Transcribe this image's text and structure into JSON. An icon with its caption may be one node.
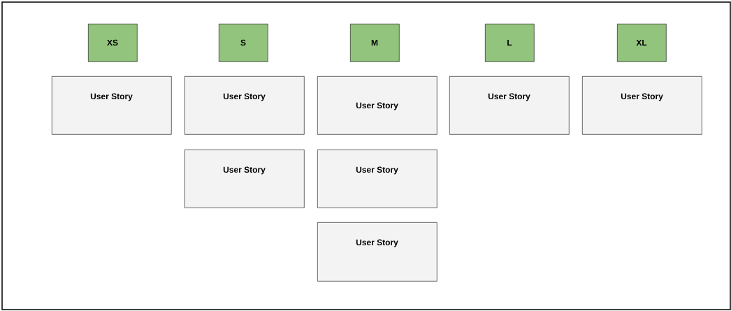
{
  "diagram": {
    "nodes": [
      {
        "text": [
          "XS"
        ]
      },
      {
        "text": [
          "S"
        ]
      },
      {
        "text": [
          "M"
        ]
      },
      {
        "text": [
          "L"
        ]
      },
      {
        "text": [
          "XL"
        ]
      },
      {
        "text": [
          "User Story"
        ]
      },
      {
        "text": [
          "User Story"
        ]
      },
      {
        "text": [
          "User Story"
        ]
      },
      {
        "text": [
          "User Story"
        ]
      },
      {
        "text": [
          "User Story"
        ]
      },
      {
        "text": [
          "User Story"
        ]
      },
      {
        "text": [
          "User Story"
        ]
      },
      {
        "text": [
          "User Story"
        ]
      }
    ]
  }
}
